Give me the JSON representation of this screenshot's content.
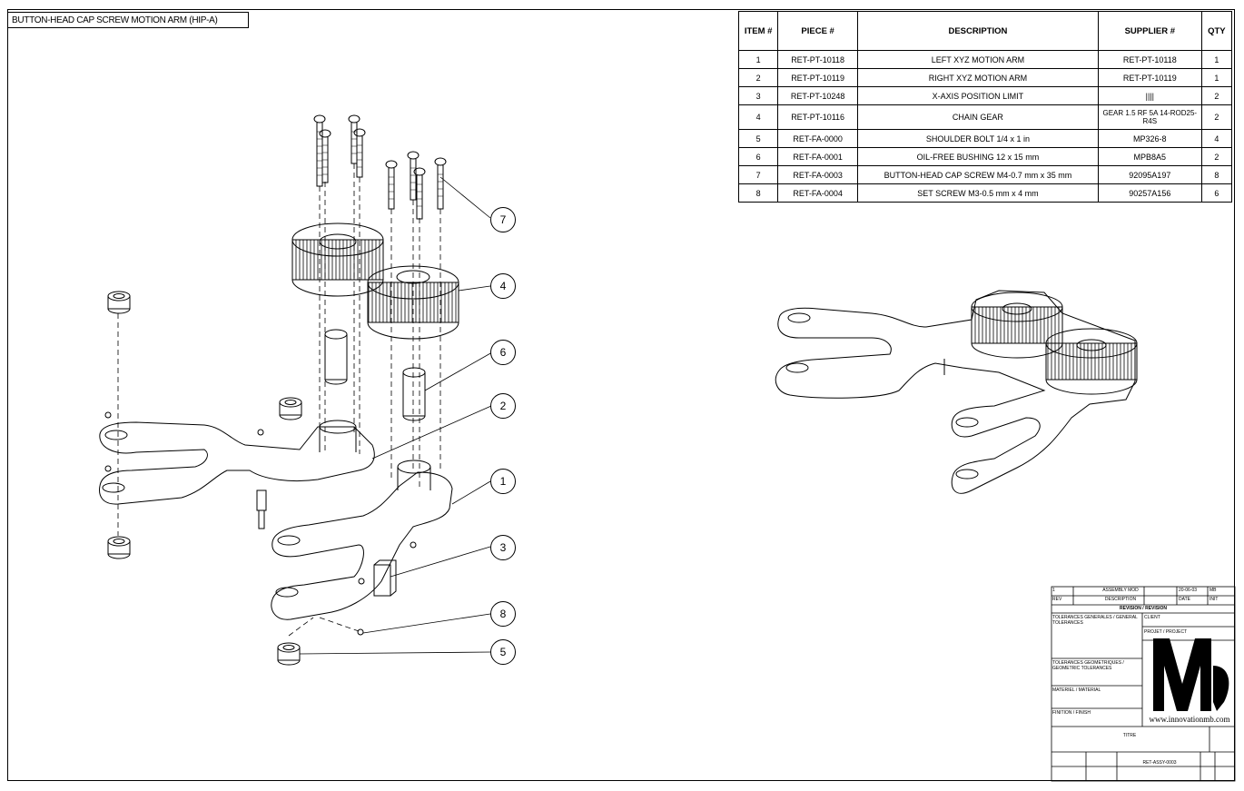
{
  "title": "BUTTON-HEAD CAP SCREW MOTION ARM (HIP-A)",
  "bom": {
    "headers": [
      "ITEM #",
      "PIECE #",
      "DESCRIPTION",
      "SUPPLIER #",
      "QTY"
    ],
    "rows": [
      {
        "item": "1",
        "piece": "RET-PT-10118",
        "desc": "LEFT XYZ MOTION ARM",
        "supplier": "RET-PT-10118",
        "qty": "1"
      },
      {
        "item": "2",
        "piece": "RET-PT-10119",
        "desc": "RIGHT XYZ MOTION ARM",
        "supplier": "RET-PT-10119",
        "qty": "1"
      },
      {
        "item": "3",
        "piece": "RET-PT-10248",
        "desc": "X-AXIS POSITION LIMIT",
        "supplier": "||||",
        "qty": "2"
      },
      {
        "item": "4",
        "piece": "RET-PT-10116",
        "desc": "CHAIN GEAR",
        "supplier": "GEAR 1.5 RF 5A 14-ROD25-R4S",
        "qty": "2"
      },
      {
        "item": "5",
        "piece": "RET-FA-0000",
        "desc": "SHOULDER BOLT 1/4 x 1 in",
        "supplier": "MP326-8",
        "qty": "4"
      },
      {
        "item": "6",
        "piece": "RET-FA-0001",
        "desc": "OIL-FREE BUSHING 12 x 15 mm",
        "supplier": "MPB8A5",
        "qty": "2"
      },
      {
        "item": "7",
        "piece": "RET-FA-0003",
        "desc": "BUTTON-HEAD CAP SCREW M4-0.7 mm x 35 mm",
        "supplier": "92095A197",
        "qty": "8"
      },
      {
        "item": "8",
        "piece": "RET-FA-0004",
        "desc": "SET SCREW M3-0.5 mm x 4 mm",
        "supplier": "90257A156",
        "qty": "6"
      }
    ]
  },
  "callouts": [
    {
      "num": "7"
    },
    {
      "num": "4"
    },
    {
      "num": "6"
    },
    {
      "num": "2"
    },
    {
      "num": "1"
    },
    {
      "num": "3"
    },
    {
      "num": "8"
    },
    {
      "num": "5"
    }
  ],
  "title_block": {
    "rev_row": {
      "rev": "1",
      "desc": "ASSEMBLY MOD",
      "date": "20-06-03",
      "by": "MB"
    },
    "rev_header": {
      "rev": "REV",
      "desc": "DESCRIPTION",
      "date": "DATE",
      "by": "INIT"
    },
    "revision_label": "REVISION / REVISION",
    "tolerances": "TOLERANCES GENERALES / GENERAL TOLERANCES",
    "geo_tol": "TOLERANCES GEOMETRIQUES / GEOMETRIC TOLERANCES",
    "material": "MATERIEL / MATERIAL",
    "finish": "FINITION / FINISH",
    "client": "CLIENT",
    "project": "PROJET / PROJECT",
    "title_label": "TITRE",
    "drawing_no": "RET-ASSY-0003",
    "website": "www.innovationmb.com"
  },
  "colors": {
    "line": "#000000",
    "background": "#ffffff"
  }
}
